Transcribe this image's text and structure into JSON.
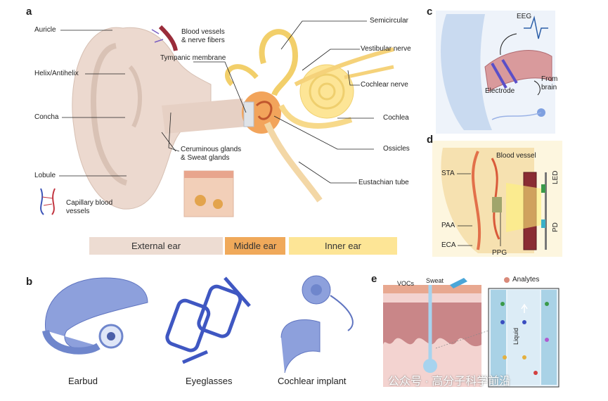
{
  "panels": {
    "a": "a",
    "b": "b",
    "c": "c",
    "d": "d",
    "e": "e"
  },
  "panel_a": {
    "auricle": "Auricle",
    "helix": "Helix/Antihelix",
    "concha": "Concha",
    "lobule": "Lobule",
    "blood_vessels": [
      "Blood vessels",
      "& nerve fibers"
    ],
    "tympanic": "Tympanic membrane",
    "ceruminous": [
      "Ceruminous glands",
      "& Sweat glands"
    ],
    "capillary": [
      "Capillary blood",
      "vessels"
    ],
    "semicircular": "Semicircular",
    "vestibular": "Vestibular nerve",
    "cochlear_nerve": "Cochlear nerve",
    "cochlea": "Cochlea",
    "ossicles": "Ossicles",
    "eustachian": "Eustachian tube",
    "regions": [
      "External ear",
      "Middle ear",
      "Inner ear"
    ]
  },
  "panel_b": {
    "items": [
      "Earbud",
      "Eyeglasses",
      "Cochlear implant"
    ]
  },
  "panel_c": {
    "eeg": "EEG",
    "electrode": "Electrode",
    "from_brain": [
      "From",
      "brain"
    ]
  },
  "panel_d": {
    "blood_vessel": "Blood vessel",
    "sta": "STA",
    "paa": "PAA",
    "eca": "ECA",
    "ppg": "PPG",
    "led": "LED",
    "pd": "PD"
  },
  "panel_e": {
    "vocs": "VOCs",
    "sweat": "Sweat",
    "analytes": "Analytes",
    "liquid": "Liquid"
  },
  "watermark": "公众号 · 高分子科学前沿",
  "colors": {
    "external": "#eddcd2",
    "middle": "#f0a95a",
    "inner": "#fde596",
    "device": "#6f86cc"
  }
}
